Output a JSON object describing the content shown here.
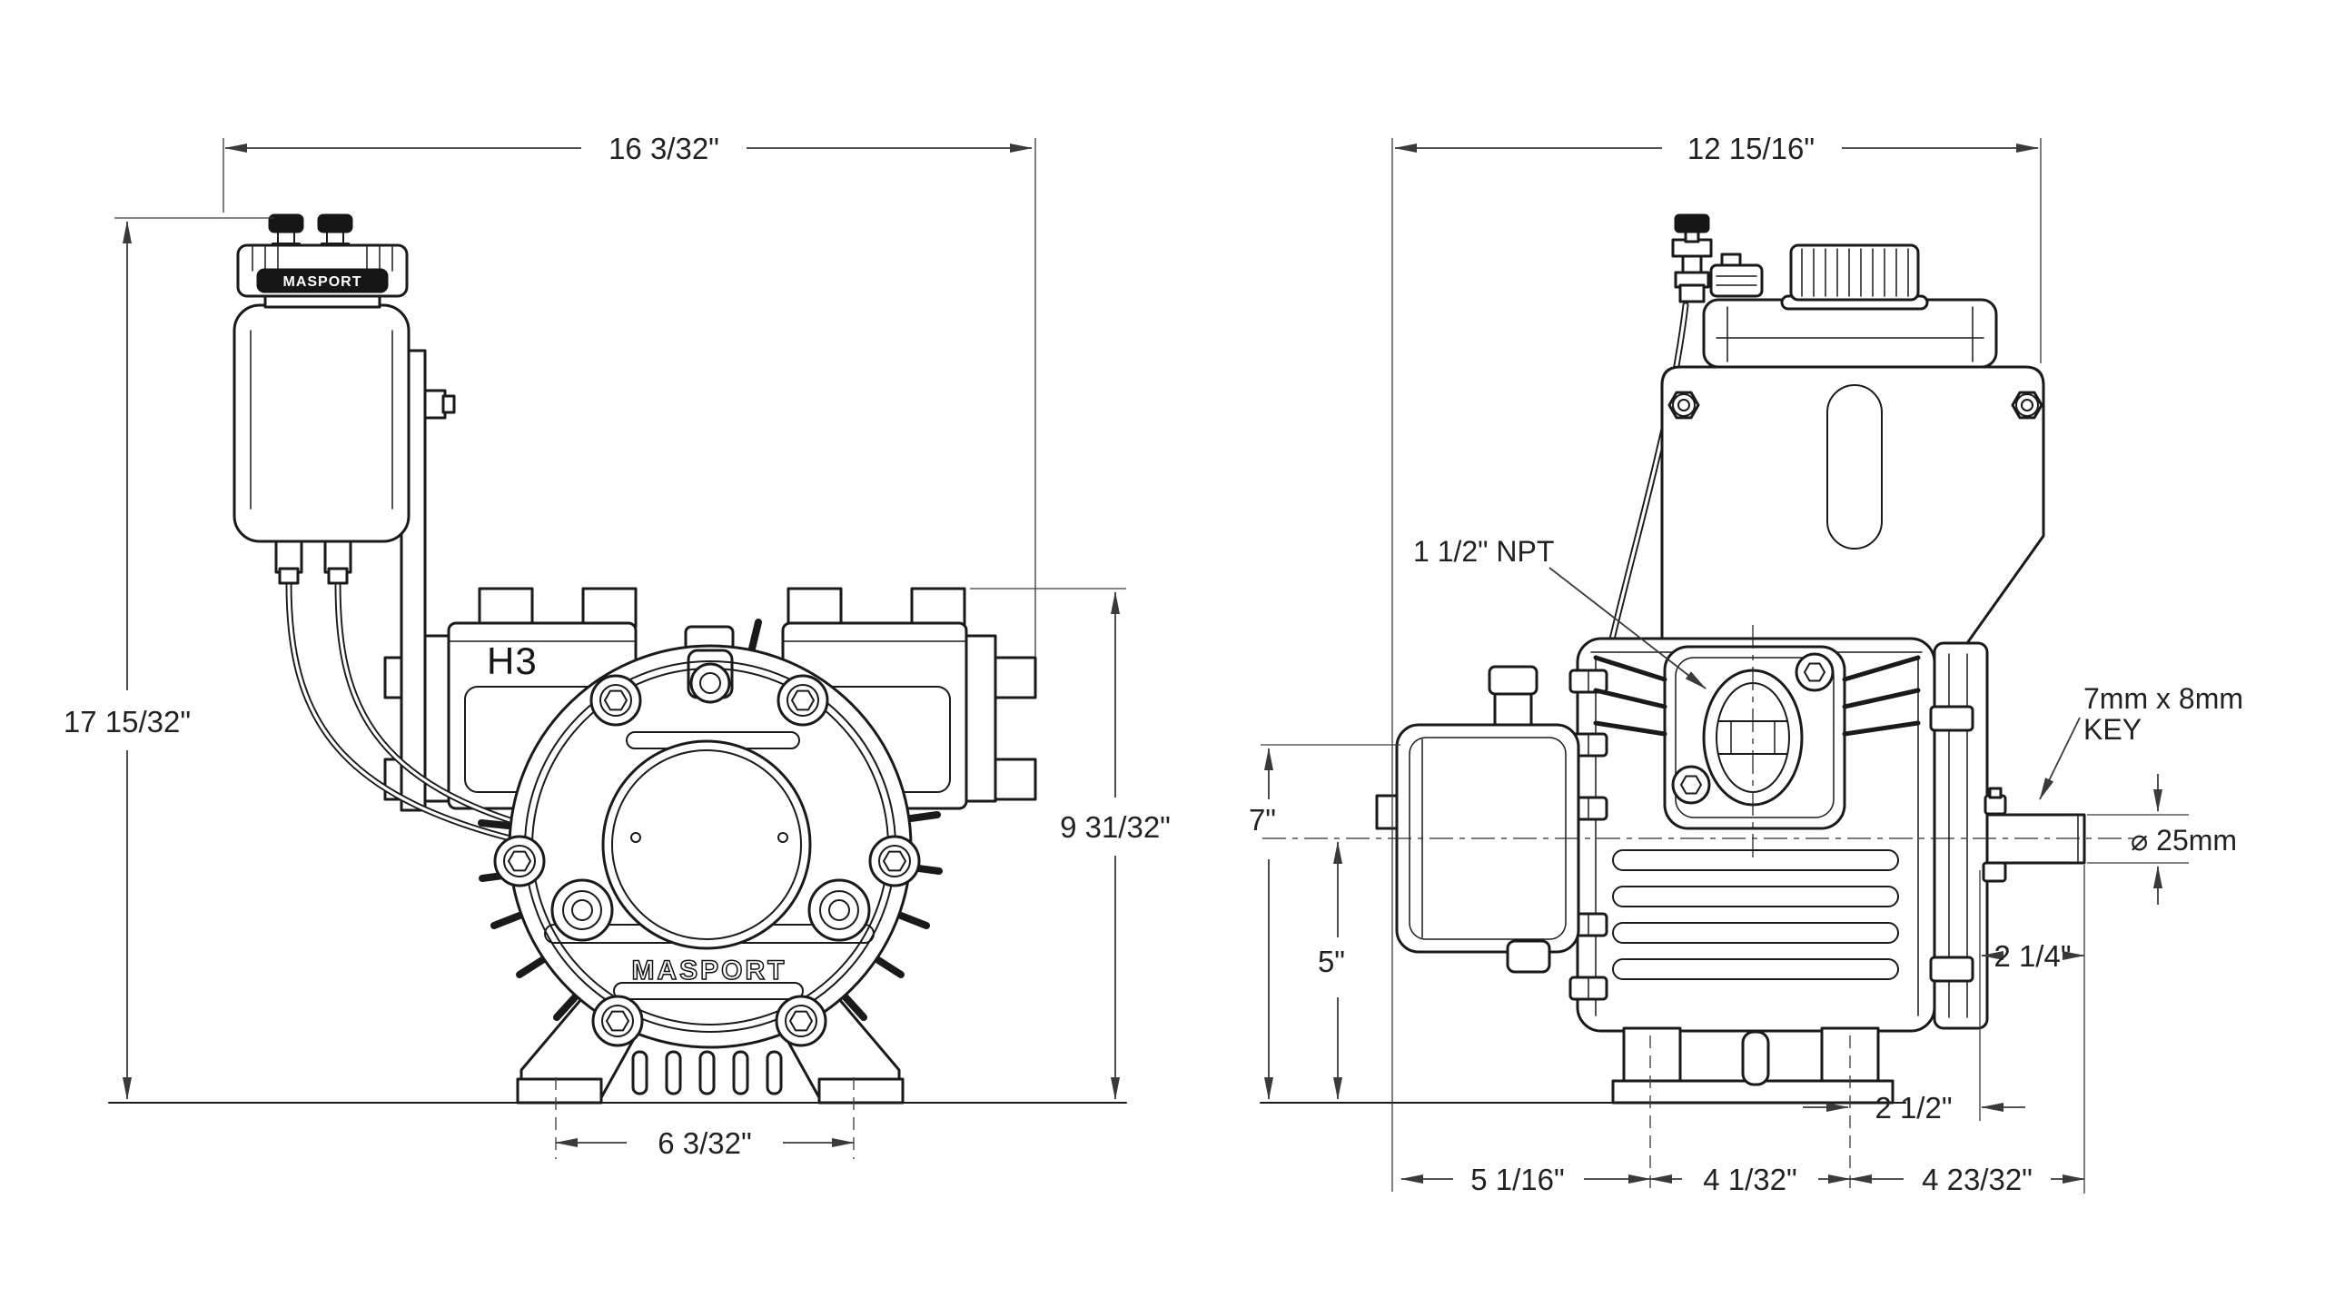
{
  "page": {
    "background": "#ffffff",
    "line_color": "#1a1a1a",
    "text_color": "#222222"
  },
  "drawing": {
    "description": "Two-view dimensioned engineering drawing of Masport H3 vacuum pump",
    "front_view": {
      "model_label": "H3",
      "face_brand_label": "MASPORT",
      "oiler_cap_label": "MASPORT",
      "dim_overall_width": "16 3/32\"",
      "dim_overall_height": "17 15/32\"",
      "dim_body_height": "9 31/32\"",
      "dim_foot_centers": "6 3/32\""
    },
    "side_view": {
      "dim_overall_width": "12 15/16\"",
      "dim_top_height": "7\"",
      "dim_centerline_height": "5\"",
      "dim_shaft_overhang": "2 1/4\"",
      "dim_rear_overhang": "2 1/2\"",
      "dim_front_to_foot": "5 1/16\"",
      "dim_foot_centers": "4 1/32\"",
      "dim_foot_to_shaft_end": "4 23/32\"",
      "label_port": "1 1/2\" NPT",
      "label_key_line1": "7mm x 8mm",
      "label_key_line2": "KEY",
      "label_shaft_diameter": "⌀ 25mm"
    }
  }
}
